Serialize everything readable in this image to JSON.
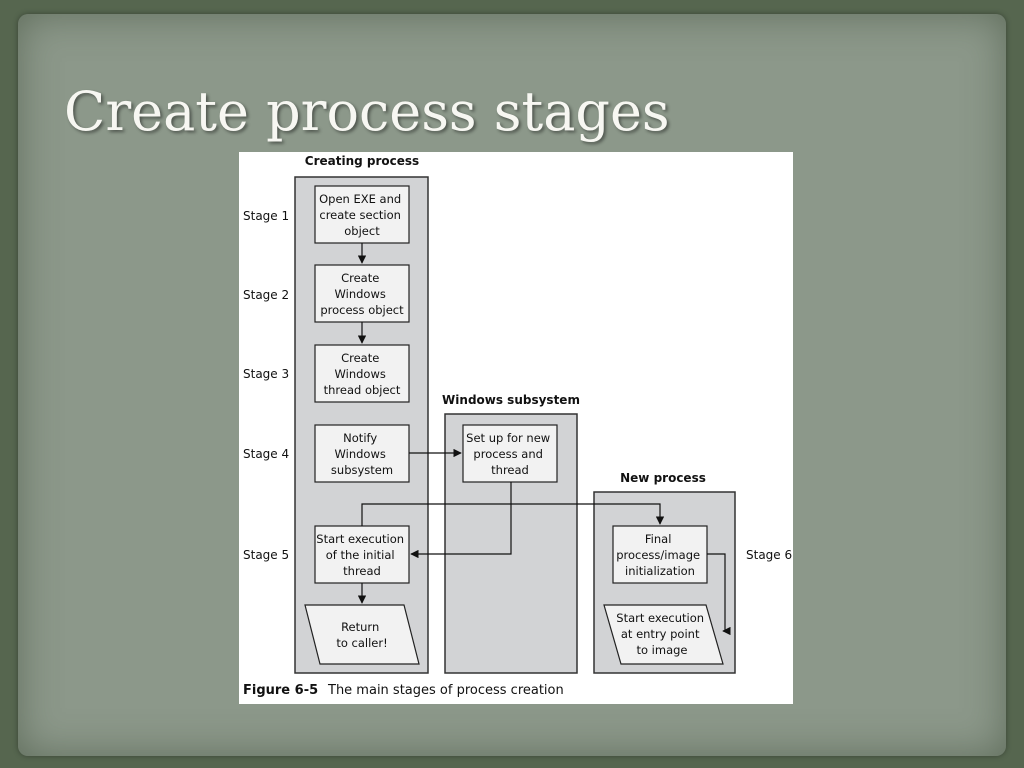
{
  "slide": {
    "title": "Create process stages"
  },
  "figure": {
    "caption_label": "Figure 6-5",
    "caption_text": "The main stages of process creation",
    "columns": {
      "creating": "Creating process",
      "subsystem": "Windows subsystem",
      "newproc": "New process"
    },
    "stages": {
      "s1": "Stage 1",
      "s2": "Stage 2",
      "s3": "Stage 3",
      "s4": "Stage 4",
      "s5": "Stage 5",
      "s6": "Stage 6"
    },
    "boxes": {
      "b1": [
        "Open EXE and",
        "create section",
        "object"
      ],
      "b2": [
        "Create",
        "Windows",
        "process object"
      ],
      "b3": [
        "Create",
        "Windows",
        "thread object"
      ],
      "b4": [
        "Notify",
        "Windows",
        "subsystem"
      ],
      "b5": [
        "Start execution",
        "of the initial",
        "thread"
      ],
      "b6": [
        "Return",
        "to caller!"
      ],
      "w1": [
        "Set up for new",
        "process and",
        "thread"
      ],
      "n1": [
        "Final",
        "process/image",
        "initialization"
      ],
      "n2": [
        "Start execution",
        "at entry point",
        "to image"
      ]
    }
  }
}
